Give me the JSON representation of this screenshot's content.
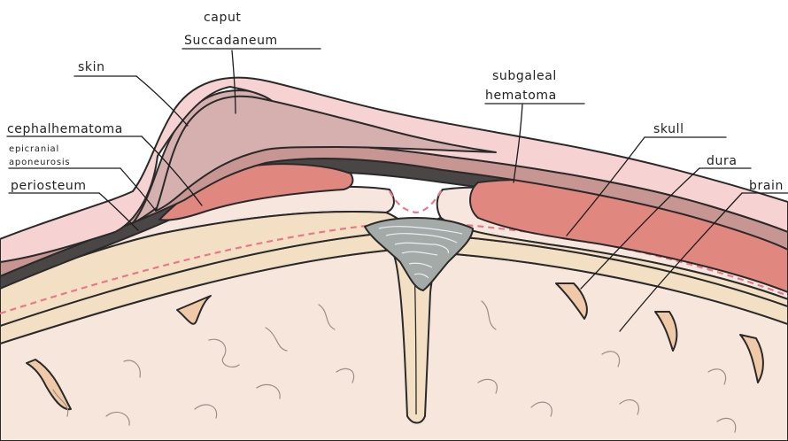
{
  "labels": {
    "caput_line1": "caput",
    "caput_line2": "Succadaneum",
    "skin": "skin",
    "subgaleal_line1": "subgaleal",
    "subgaleal_line2": "hematoma",
    "cephalhematoma": "cephalhematoma",
    "epicranial_line1": "epicranial",
    "epicranial_line2": "aponeurosis",
    "periosteum": "periosteum",
    "skull": "skull",
    "dura": "dura",
    "brain": "brain"
  },
  "colors": {
    "skin": "#f6d3d2",
    "caput": "#d6b0ae",
    "subcutaneous": "#c79592",
    "aponeurosis": "#4a4646",
    "hematoma": "#e0877f",
    "skull": "#f7e6dd",
    "bone_inner": "#f3e0c4",
    "sinus": "#a4aaa8",
    "brain": "#f7e6dc",
    "dashed": "#e8788a"
  }
}
